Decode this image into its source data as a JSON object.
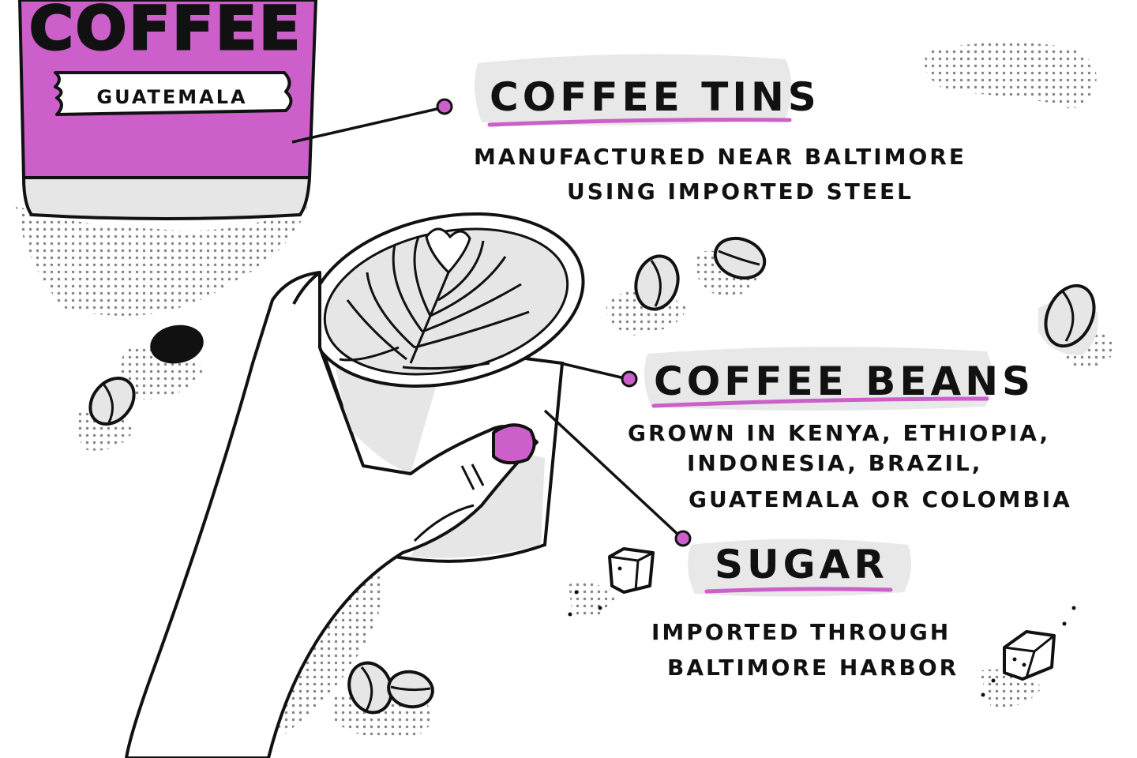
{
  "colors": {
    "accent": "#cc5fc9",
    "ink": "#111111",
    "shade": "#e6e6e6",
    "paper": "#ffffff"
  },
  "tin": {
    "brand": "COFFEE",
    "label": "GUATEMALA"
  },
  "callouts": {
    "tins": {
      "title": "COFFEE TINS",
      "lines": [
        "MANUFACTURED NEAR BALTIMORE",
        "USING IMPORTED  STEEL"
      ]
    },
    "beans": {
      "title": "COFFEE BEANS",
      "lines": [
        "GROWN IN KENYA, ETHIOPIA,",
        "INDONESIA, BRAZIL,",
        "GUATEMALA  OR COLOMBIA"
      ]
    },
    "sugar": {
      "title": "SUGAR",
      "lines": [
        "IMPORTED  THROUGH",
        "BALTIMORE HARBOR"
      ]
    }
  }
}
